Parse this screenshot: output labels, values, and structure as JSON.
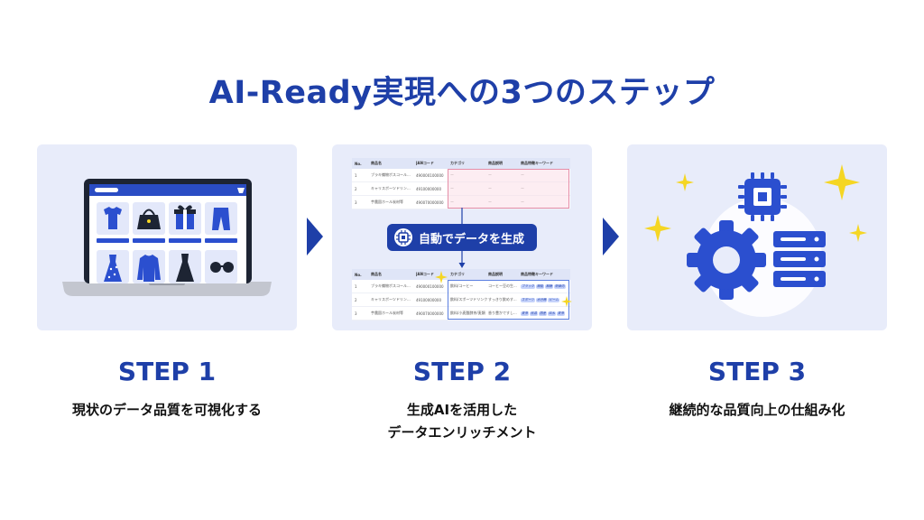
{
  "title": "AI-Ready実現への3つのステップ",
  "steps": [
    {
      "label": "STEP 1",
      "desc": [
        "現状のデータ品質を可視化する"
      ]
    },
    {
      "label": "STEP 2",
      "desc": [
        "生成AIを活用した",
        "データエンリッチメント"
      ]
    },
    {
      "label": "STEP 3",
      "desc": [
        "継続的な品質向上の仕組み化"
      ]
    }
  ],
  "enrich": {
    "headers": [
      "No.",
      "商品名",
      "JANコード",
      "カテゴリ",
      "商品説明",
      "商品特徴キーワード"
    ],
    "before_rows": [
      [
        "1",
        "ブラキ織物ポスコール...",
        "490000100000",
        "ー",
        "ー",
        "ー"
      ],
      [
        "2",
        "キャリスポーツドリン...",
        "49100000000",
        "ー",
        "ー",
        "ー"
      ],
      [
        "3",
        "芋農園ホール炭材等",
        "490070000000",
        "ー",
        "ー",
        "ー"
      ]
    ],
    "after_rows": [
      [
        "1",
        "ブラキ織物ポスコール...",
        "490000100000",
        "飲料/コーヒー",
        "コーヒー豆の生...",
        ""
      ],
      [
        "2",
        "キャリスポーツドリン...",
        "49100000000",
        "飲料/スポーツドリンク",
        "すっきり飲めす...",
        ""
      ],
      [
        "3",
        "芋農園ホール炭材等",
        "490070000000",
        "飲料/小麦酸酵茶/麦類",
        "香り豊かですし...",
        ""
      ]
    ],
    "after_tags": [
      [
        "ブラック",
        "機能",
        "無糖",
        "朝食向"
      ],
      [
        "スポーツ",
        "水分補",
        "ビーム"
      ],
      [
        "麦茶",
        "低温",
        "国産",
        "伝水",
        "麦茶"
      ]
    ],
    "action_label": "自動でデータを生成"
  },
  "icons": {
    "step1": "laptop-ecommerce-icon",
    "step2": "ai-chip-icon",
    "step3": [
      "gear-icon",
      "server-icon",
      "cpu-icon",
      "sparkle-icon"
    ]
  },
  "colors": {
    "primary": "#1e3fa8",
    "accent_yellow": "#f5d623",
    "card_bg": "#e8ecfa",
    "tag_bg": "#c6d3fb"
  }
}
